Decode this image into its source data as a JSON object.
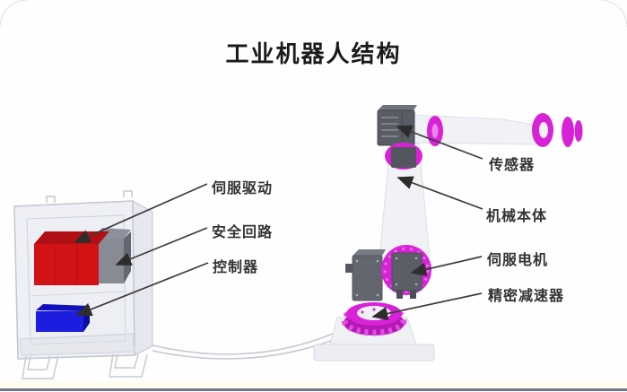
{
  "title": "工业机器人结构",
  "callouts": {
    "left": [
      {
        "label": "伺服驱动"
      },
      {
        "label": "安全回路"
      },
      {
        "label": "控制器"
      }
    ],
    "right": [
      {
        "label": "传感器"
      },
      {
        "label": "机械本体"
      },
      {
        "label": "伺服电机"
      },
      {
        "label": "精密减速器"
      }
    ]
  },
  "colors": {
    "accent_magenta": "#d822d8",
    "servo_drive_red": "#d21316",
    "controller_blue": "#1d1de0",
    "component_gray": "#5b5e66",
    "leader_line": "#3c3c3c",
    "bottom_bar": "#73748e"
  }
}
